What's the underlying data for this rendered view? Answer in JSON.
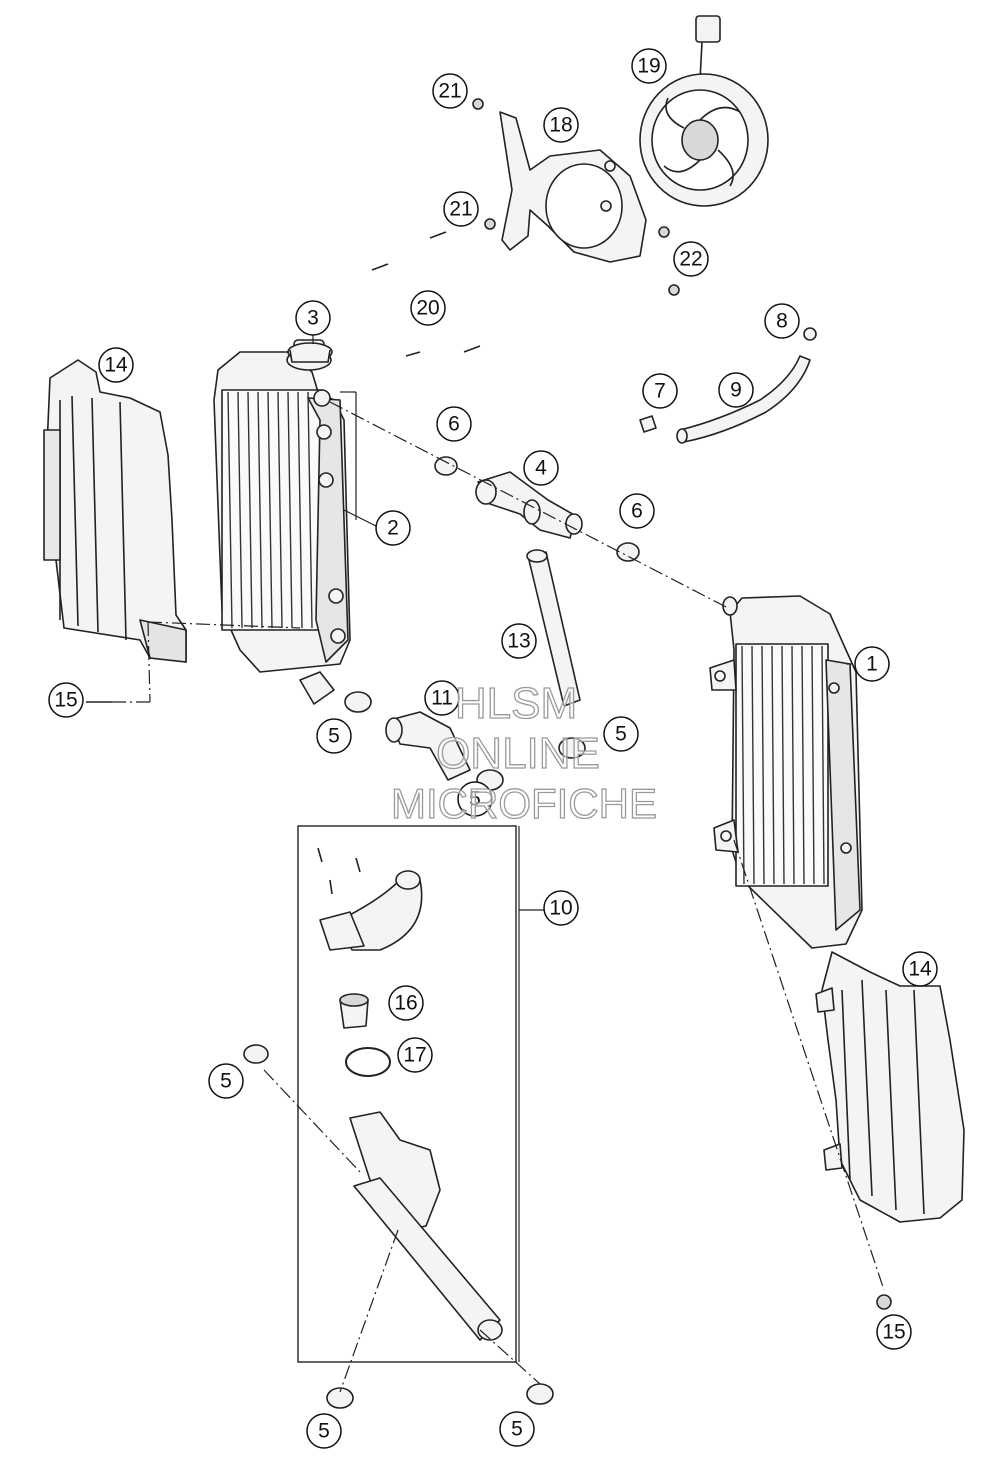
{
  "diagram": {
    "type": "exploded-parts-view",
    "subject": "radiator cooling system",
    "callouts": [
      {
        "id": "c1",
        "label": "1"
      },
      {
        "id": "c2",
        "label": "2"
      },
      {
        "id": "c3",
        "label": "3"
      },
      {
        "id": "c4",
        "label": "4"
      },
      {
        "id": "c5a",
        "label": "5"
      },
      {
        "id": "c5b",
        "label": "5"
      },
      {
        "id": "c5c",
        "label": "5"
      },
      {
        "id": "c5d",
        "label": "5"
      },
      {
        "id": "c5e",
        "label": "5"
      },
      {
        "id": "c5f",
        "label": "5"
      },
      {
        "id": "c6a",
        "label": "6"
      },
      {
        "id": "c6b",
        "label": "6"
      },
      {
        "id": "c7",
        "label": "7"
      },
      {
        "id": "c8",
        "label": "8"
      },
      {
        "id": "c9",
        "label": "9"
      },
      {
        "id": "c10",
        "label": "10"
      },
      {
        "id": "c11",
        "label": "11"
      },
      {
        "id": "c13",
        "label": "13"
      },
      {
        "id": "c14a",
        "label": "14"
      },
      {
        "id": "c14b",
        "label": "14"
      },
      {
        "id": "c15a",
        "label": "15"
      },
      {
        "id": "c15b",
        "label": "15"
      },
      {
        "id": "c16",
        "label": "16"
      },
      {
        "id": "c17",
        "label": "17"
      },
      {
        "id": "c18",
        "label": "18"
      },
      {
        "id": "c19",
        "label": "19"
      },
      {
        "id": "c20",
        "label": "20"
      },
      {
        "id": "c21a",
        "label": "21"
      },
      {
        "id": "c21b",
        "label": "21"
      },
      {
        "id": "c22",
        "label": "22"
      }
    ]
  },
  "watermark": {
    "line1": "HLSM",
    "line2": "ONLINE",
    "line3": "MICROFICHE"
  }
}
